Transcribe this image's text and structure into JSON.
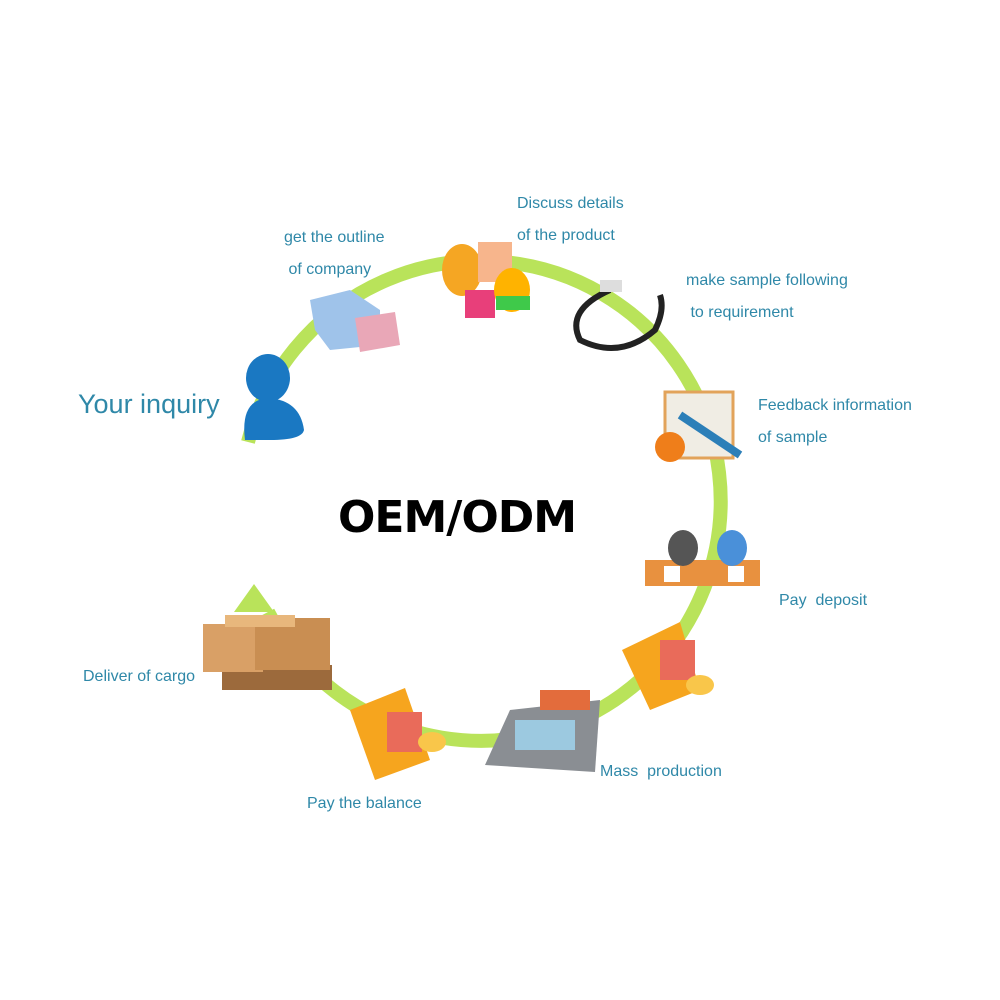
{
  "title": "OEM/ODM",
  "arc_color": "#b9e35a",
  "label_color": "#2f88a8",
  "steps": [
    {
      "label": "Your inquiry",
      "icon": "person-icon"
    },
    {
      "label": "get the outline\n of company",
      "icon": "building-icon"
    },
    {
      "label": "Discuss details\nof the product",
      "icon": "speech-bubbles-icon"
    },
    {
      "label": "make sample following\n to requirement",
      "icon": "cable-icon"
    },
    {
      "label": "Feedback information\nof sample",
      "icon": "clipboard-pencil-icon"
    },
    {
      "label": "Pay  deposit",
      "icon": "negotiation-icon"
    },
    {
      "label": "Mass  production",
      "icon": "factory-icon"
    },
    {
      "label": "Pay the balance",
      "icon": "folder-payment-icon"
    },
    {
      "label": "Deliver of cargo",
      "icon": "cargo-boxes-icon"
    }
  ]
}
